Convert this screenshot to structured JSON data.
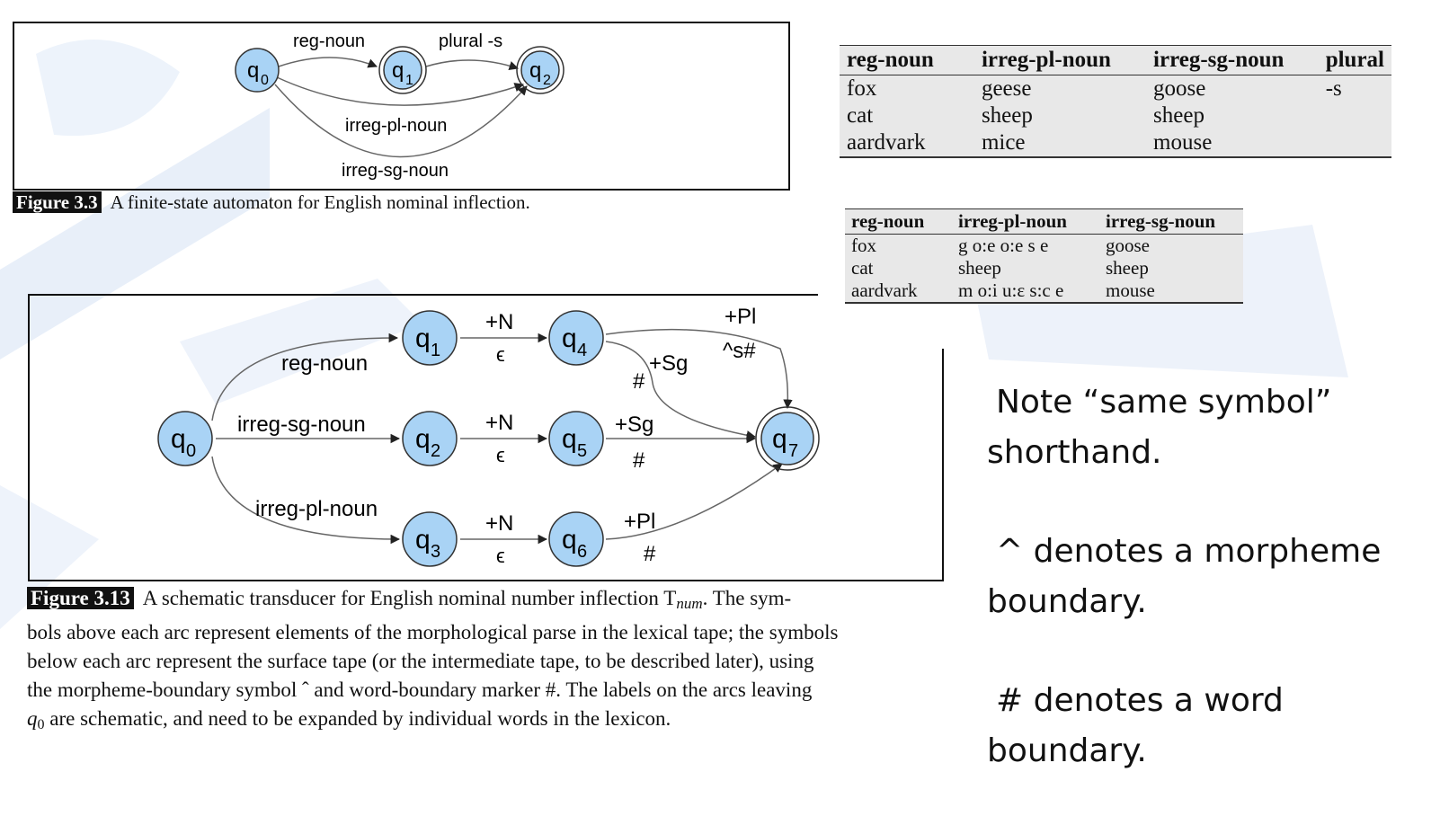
{
  "fig33": {
    "states": [
      "q",
      "q",
      "q"
    ],
    "subs": [
      "0",
      "1",
      "2"
    ],
    "arcs": {
      "reg_noun": "reg-noun",
      "plural": "plural -s",
      "irreg_pl": "irreg-pl-noun",
      "irreg_sg": "irreg-sg-noun"
    },
    "caption_label": "Figure 3.3",
    "caption_text": "A finite-state automaton for English nominal inflection."
  },
  "table1": {
    "headers": [
      "reg-noun",
      "irreg-pl-noun",
      "irreg-sg-noun",
      "plural"
    ],
    "rows": [
      [
        "fox",
        "geese",
        "goose",
        "-s"
      ],
      [
        "cat",
        "sheep",
        "sheep",
        ""
      ],
      [
        "aardvark",
        "mice",
        "mouse",
        ""
      ]
    ]
  },
  "table2": {
    "headers": [
      "reg-noun",
      "irreg-pl-noun",
      "irreg-sg-noun"
    ],
    "rows": [
      [
        "fox",
        "g o:e o:e s e",
        "goose"
      ],
      [
        "cat",
        "sheep",
        "sheep"
      ],
      [
        "aardvark",
        "m o:i u:ε s:c e",
        "mouse"
      ]
    ]
  },
  "fig313": {
    "state_letter": "q",
    "subs": [
      "0",
      "1",
      "2",
      "3",
      "4",
      "5",
      "6",
      "7"
    ],
    "arcs": {
      "reg_noun": "reg-noun",
      "irreg_sg": "irreg-sg-noun",
      "irreg_pl": "irreg-pl-noun",
      "n1_top": "+N",
      "n1_bot": "ϵ",
      "n2_top": "+N",
      "n2_bot": "ϵ",
      "n3_top": "+N",
      "n3_bot": "ϵ",
      "q4_pl_top": "+Pl",
      "q4_pl_bot": "^s#",
      "q4_sg_top": "+Sg",
      "q4_sg_bot": "#",
      "q5_top": "+Sg",
      "q5_bot": "#",
      "q6_top": "+Pl",
      "q6_bot": "#"
    },
    "caption_label": "Figure 3.13",
    "caption_lines": [
      "A schematic transducer for English nominal number inflection T",
      "num",
      ". The sym-",
      "bols above each arc represent elements of the morphological parse in the lexical tape; the symbols",
      "below each arc represent the surface tape (or the intermediate tape, to be described later), using",
      "the morpheme-boundary symbol ˆ and word-boundary marker #. The labels on the arcs leaving",
      "q",
      "0",
      " are schematic, and need to be expanded by individual words in the lexicon."
    ]
  },
  "notes": {
    "note1_line1": "Note “same symbol”",
    "note1_line2": "shorthand.",
    "note2_line1": "^ denotes a morpheme",
    "note2_line2": "boundary.",
    "note3_line1": "# denotes a word",
    "note3_line2": "boundary."
  },
  "colors": {
    "node_fill": "#a9d3f5",
    "watermark": "#e6eef9"
  }
}
